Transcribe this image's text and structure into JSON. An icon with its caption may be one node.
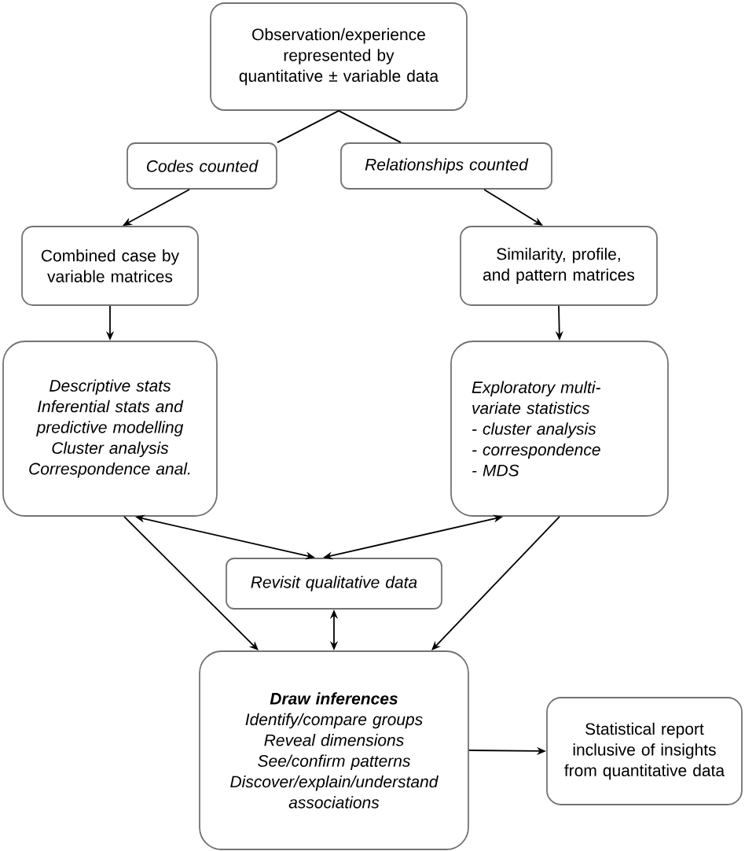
{
  "diagram": {
    "nodes": [
      {
        "text": [
          "Observation/experience represented by quantitative ± variable data"
        ]
      },
      {
        "text": [
          "Codes counted"
        ]
      },
      {
        "text": [
          "Relationships counted"
        ]
      },
      {
        "text": [
          "Combined case by variable matrices"
        ]
      },
      {
        "text": [
          "Similarity, profile, and pattern matrices"
        ]
      },
      {
        "text": [
          "Descriptive stats",
          "Inferential stats and predictive modelling",
          "Cluster analysis",
          "Correspondence anal."
        ]
      },
      {
        "text": [
          "Exploratory multi-variate statistics",
          "- cluster analysis",
          "- correspondence",
          "- MDS"
        ]
      },
      {
        "text": [
          "Revisit qualitative data"
        ]
      },
      {
        "text": [
          "Draw inferences",
          "Identify/compare groups",
          "Reveal dimensions",
          "See/confirm patterns",
          "Discover/explain/understand associations"
        ]
      },
      {
        "text": [
          "Statistical report inclusive of insights from quantitative data"
        ]
      }
    ],
    "edges": [
      {
        "from": 0,
        "to": 1,
        "arrow": "none"
      },
      {
        "from": 0,
        "to": 2,
        "arrow": "none"
      },
      {
        "from": 1,
        "to": 3,
        "arrow": "to"
      },
      {
        "from": 2,
        "to": 4,
        "arrow": "to"
      },
      {
        "from": 3,
        "to": 5,
        "arrow": "to"
      },
      {
        "from": 4,
        "to": 6,
        "arrow": "to"
      },
      {
        "from": 5,
        "to": 7,
        "arrow": "both"
      },
      {
        "from": 6,
        "to": 7,
        "arrow": "both"
      },
      {
        "from": 5,
        "to": 8,
        "arrow": "to"
      },
      {
        "from": 6,
        "to": 8,
        "arrow": "to"
      },
      {
        "from": 7,
        "to": 8,
        "arrow": "both"
      },
      {
        "from": 8,
        "to": 9,
        "arrow": "to"
      }
    ]
  }
}
